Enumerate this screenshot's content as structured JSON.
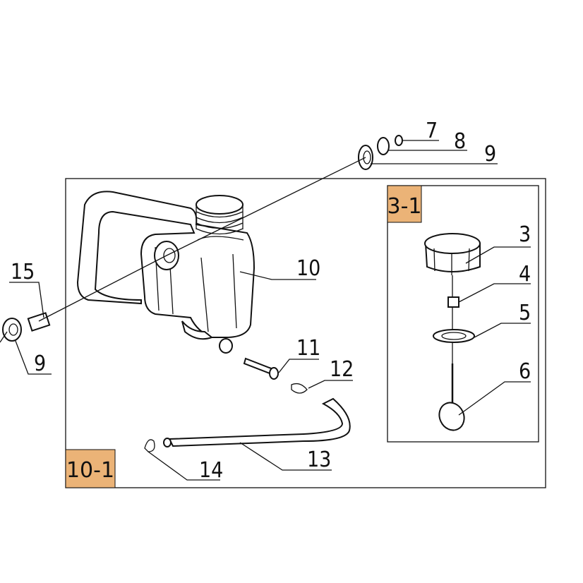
{
  "diagram": {
    "main_group_label": "10-1",
    "sub_group_label": "3-1",
    "tag_color": "#ebb377",
    "callouts": [
      "3",
      "4",
      "5",
      "6",
      "7",
      "8",
      "9",
      "9",
      "10",
      "11",
      "12",
      "13",
      "14",
      "15"
    ]
  }
}
